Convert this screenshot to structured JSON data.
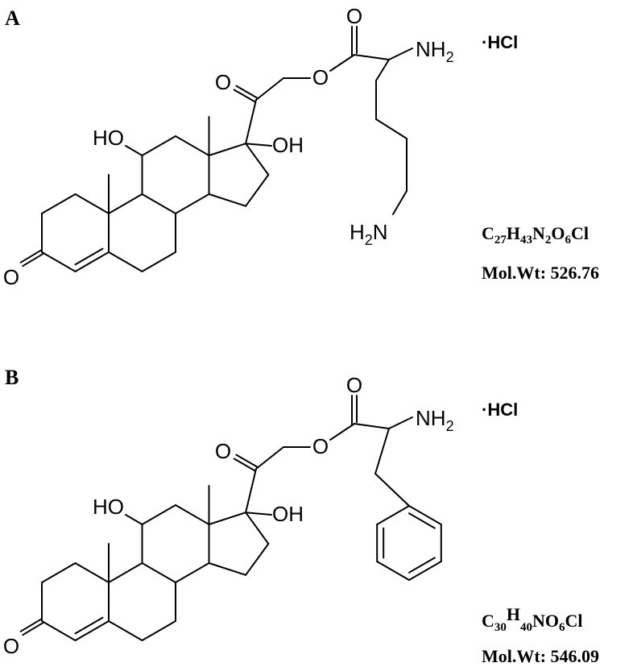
{
  "panels": [
    {
      "label": "A",
      "labels": {
        "ketone_o": "O",
        "hydroxyl_11": "HO",
        "hydroxyl_17": "OH",
        "c20_carbonyl_o": "O",
        "ester_o": "O",
        "ester_carbonyl_o": "O",
        "alpha_amine": "NH",
        "alpha_amine_sub": "2",
        "salt": "·HCl",
        "side_amine_h": "H",
        "side_amine_sub": "2",
        "side_amine_n": "N"
      },
      "formula": [
        "C",
        "27",
        "H",
        "43",
        "N",
        "2",
        "O",
        "6",
        "Cl"
      ],
      "mol_wt": "Mol.Wt: 526.76"
    },
    {
      "label": "B",
      "labels": {
        "ketone_o": "O",
        "hydroxyl_11": "HO",
        "hydroxyl_17": "OH",
        "c20_carbonyl_o": "O",
        "ester_o": "O",
        "ester_carbonyl_o": "O",
        "alpha_amine": "NH",
        "alpha_amine_sub": "2",
        "salt": "·HCl"
      },
      "formula": [
        "C",
        "30",
        "H",
        "40",
        "NO",
        "6",
        "Cl"
      ],
      "mol_wt": "Mol.Wt: 546.09"
    }
  ]
}
